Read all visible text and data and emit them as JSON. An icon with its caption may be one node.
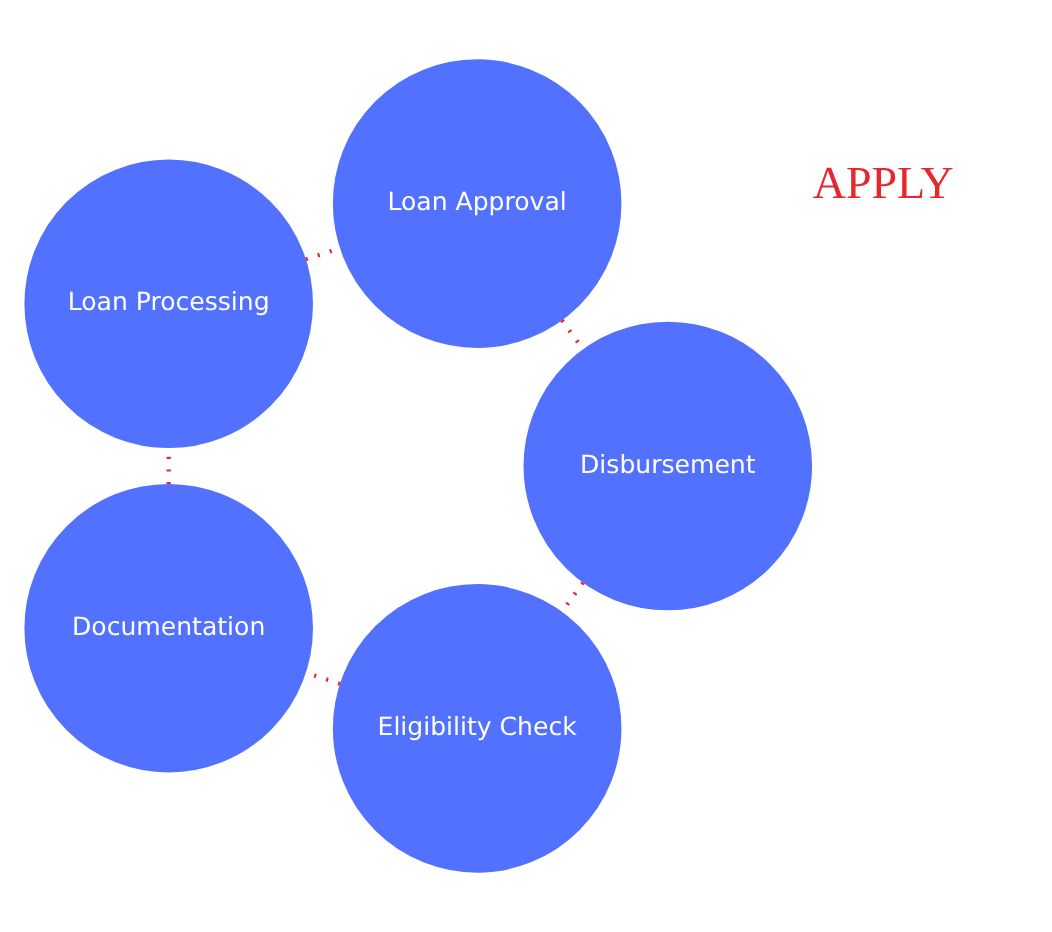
{
  "diagram": {
    "nodes": [
      {
        "text": [
          "Eligibility Check"
        ]
      },
      {
        "text": [
          "Documentation"
        ]
      },
      {
        "text": [
          "Loan Processing"
        ]
      },
      {
        "text": [
          "Loan Approval"
        ]
      },
      {
        "text": [
          "Disbursement"
        ]
      }
    ],
    "edges": [
      {
        "from": 0,
        "to": 1,
        "arrow": "none",
        "style": "dashed",
        "color": "#e8262d"
      },
      {
        "from": 1,
        "to": 2,
        "arrow": "none",
        "style": "dashed",
        "color": "#e8262d"
      },
      {
        "from": 2,
        "to": 3,
        "arrow": "none",
        "style": "dashed",
        "color": "#e8262d"
      },
      {
        "from": 3,
        "to": 4,
        "arrow": "none",
        "style": "dashed",
        "color": "#e8262d"
      },
      {
        "from": 4,
        "to": 0,
        "arrow": "none",
        "style": "dashed",
        "color": "#e8262d"
      }
    ],
    "labels": [
      "APPLY"
    ]
  }
}
